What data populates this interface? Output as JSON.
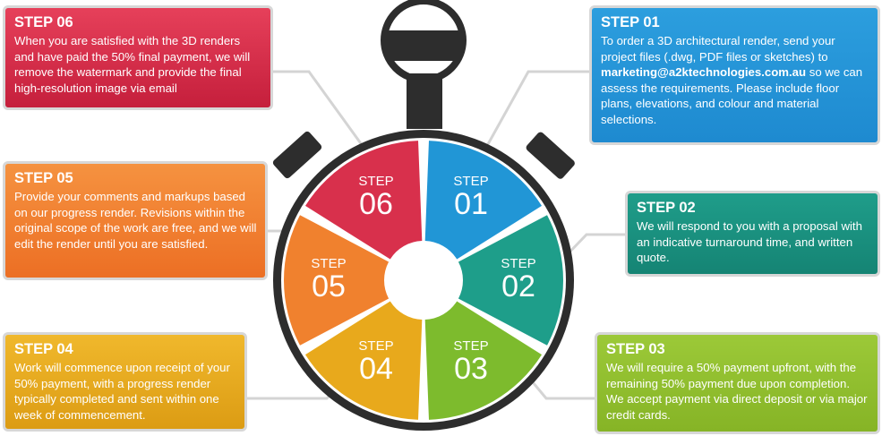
{
  "wheel": {
    "segments": [
      {
        "word": "STEP",
        "number": "01",
        "color": "#2196d6"
      },
      {
        "word": "STEP",
        "number": "02",
        "color": "#1e9e8a"
      },
      {
        "word": "STEP",
        "number": "03",
        "color": "#7dbb2d"
      },
      {
        "word": "STEP",
        "number": "04",
        "color": "#e8a91c"
      },
      {
        "word": "STEP",
        "number": "05",
        "color": "#f0812e"
      },
      {
        "word": "STEP",
        "number": "06",
        "color": "#d8304c"
      }
    ]
  },
  "steps": {
    "s1": {
      "title": "STEP 01",
      "text_before": "To order a 3D architectural render, send your project files (.dwg, PDF files or sketches) to ",
      "email": "marketing@a2ktechnologies.com.au",
      "text_after": " so we can assess the requirements. Please include floor plans, elevations, and colour and material selections."
    },
    "s2": {
      "title": "STEP 02",
      "text": "We will respond to you with a proposal with an indicative turnaround time, and written quote."
    },
    "s3": {
      "title": "STEP 03",
      "text": "We will require a 50% payment upfront, with the remaining 50% payment due upon completion. We accept payment via direct deposit or via major credit cards."
    },
    "s4": {
      "title": "STEP 04",
      "text": "Work will commence upon receipt of your 50% payment, with a progress render typically completed and sent within one week of commencement."
    },
    "s5": {
      "title": "STEP 05",
      "text": "Provide your comments and markups based on our progress render. Revisions within the original scope of the work are free, and we will edit the render until you are satisfied."
    },
    "s6": {
      "title": "STEP 06",
      "text": "When you are satisfied with the 3D renders and have paid the 50% final payment, we will remove the watermark and provide the final high-resolution image via email"
    }
  },
  "colors": {
    "ring": "#2d2d2d",
    "connector": "#d4d4d4"
  }
}
